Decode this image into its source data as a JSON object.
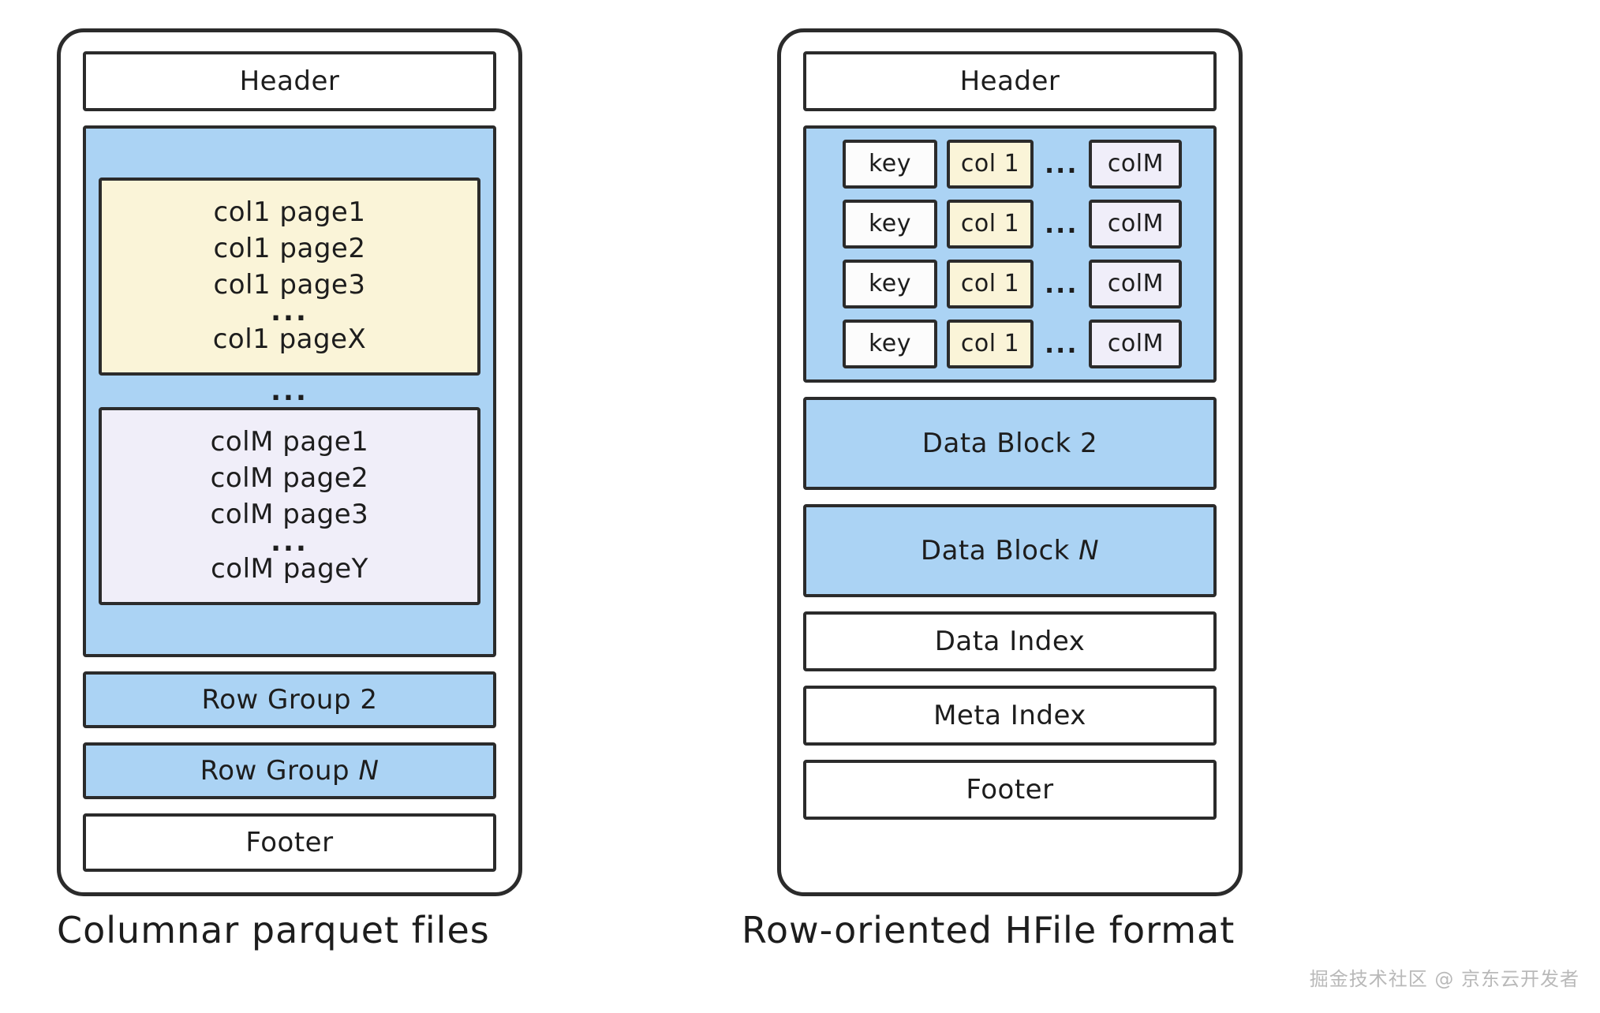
{
  "diagram": {
    "title_left": "Columnar parquet files",
    "title_right": "Row-oriented HFile format",
    "watermark": "掘金技术社区 @ 京东云开发者",
    "colors": {
      "blue": "#abd3f4",
      "cream": "#faf4d8",
      "lavender": "#f0eef9",
      "white": "#fcfcfc",
      "stroke": "#2b2b2b"
    }
  },
  "left_panel": {
    "header": "Header",
    "row_group_1": {
      "col1_chunk": {
        "lines": [
          "col1 page1",
          "col1 page2",
          "col1 page3"
        ],
        "ellipsis": "...",
        "last_line": "col1 pageX"
      },
      "separator_ellipsis": "...",
      "colm_chunk": {
        "lines": [
          "colM page1",
          "colM page2",
          "colM page3"
        ],
        "ellipsis": "...",
        "last_line": "colM pageY"
      }
    },
    "row_group_2": "Row Group 2",
    "row_group_n_prefix": "Row Group ",
    "row_group_n_suffix": "N",
    "footer": "Footer"
  },
  "right_panel": {
    "header": "Header",
    "data_block_1": {
      "rows": [
        {
          "key": "key",
          "col1": "col 1",
          "dots": "...",
          "colm": "colM"
        },
        {
          "key": "key",
          "col1": "col 1",
          "dots": "...",
          "colm": "colM"
        },
        {
          "key": "key",
          "col1": "col 1",
          "dots": "...",
          "colm": "colM"
        },
        {
          "key": "key",
          "col1": "col 1",
          "dots": "...",
          "colm": "colM"
        }
      ]
    },
    "data_block_2": "Data Block 2",
    "data_block_n_prefix": "Data Block ",
    "data_block_n_suffix": "N",
    "data_index": "Data Index",
    "meta_index": "Meta Index",
    "footer": "Footer"
  }
}
